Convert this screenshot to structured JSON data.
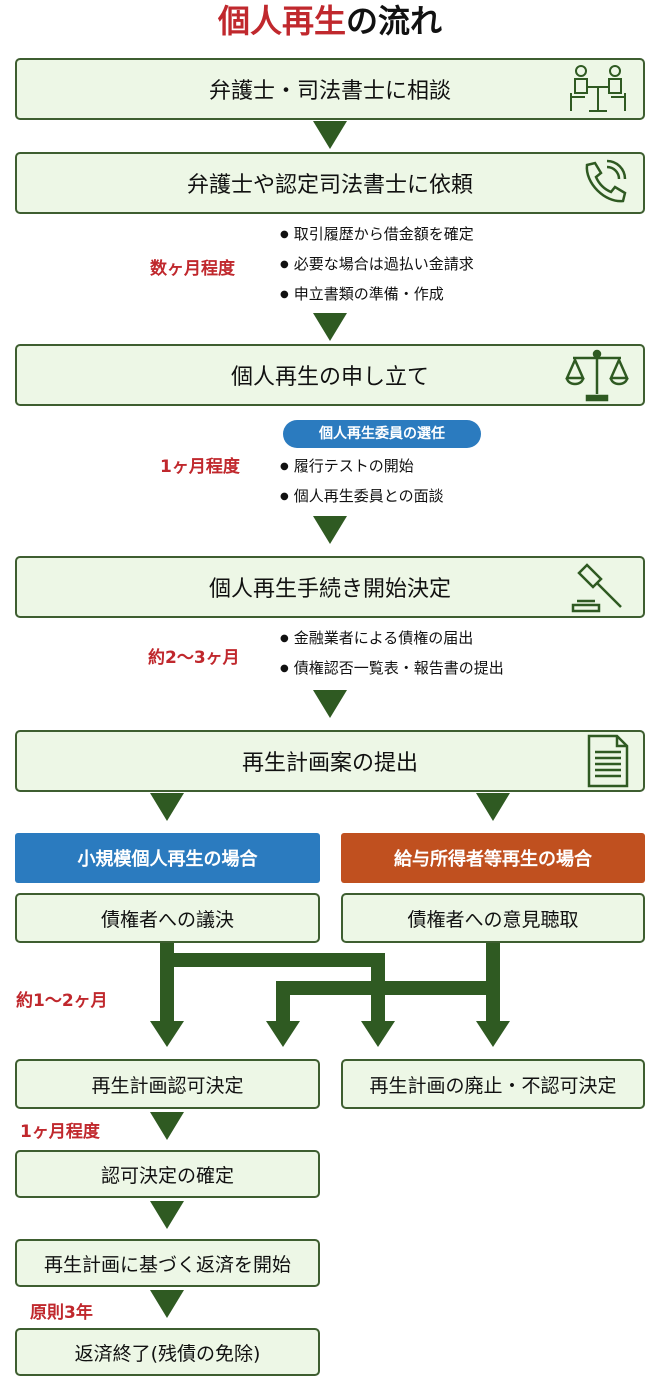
{
  "title": {
    "part1": "個人再生",
    "part2": "の流れ"
  },
  "steps": {
    "s1": "弁護士・司法書士に相談",
    "s2": "弁護士や認定司法書士に依頼",
    "s3": "個人再生の申し立て",
    "s4": "個人再生手続き開始決定",
    "s5": "再生計画案の提出"
  },
  "durations": {
    "d1": "数ヶ月程度",
    "d2": "1ヶ月程度",
    "d3": "約2〜3ヶ月",
    "d4": "約1〜2ヶ月",
    "d5": "1ヶ月程度",
    "d6": "原則3年"
  },
  "bullets": {
    "b1": [
      "取引履歴から借金額を確定",
      "必要な場合は過払い金請求",
      "申立書類の準備・作成"
    ],
    "b2": [
      "履行テストの開始",
      "個人再生委員との面談"
    ],
    "b3": [
      "金融業者による債権の届出",
      "債権認否一覧表・報告書の提出"
    ]
  },
  "pill": "個人再生委員の選任",
  "branches": {
    "left_header": "小規模個人再生の場合",
    "right_header": "給与所得者等再生の場合",
    "left_step": "債権者への議決",
    "right_step": "債権者への意見聴取"
  },
  "outcomes": {
    "approve": "再生計画認可決定",
    "reject": "再生計画の廃止・不認可決定"
  },
  "final_steps": {
    "f1": "認可決定の確定",
    "f2": "再生計画に基づく返済を開始",
    "f3": "返済終了(残債の免除)"
  },
  "colors": {
    "box_bg": "#edf7e6",
    "border": "#3e5e30",
    "arrow": "#2f5a22",
    "accent": "#c0282d",
    "blue": "#2b7bbf",
    "orange": "#c0501f"
  },
  "icons": [
    "consult-people-icon",
    "phone-icon",
    "scales-icon",
    "gavel-icon",
    "document-icon"
  ]
}
